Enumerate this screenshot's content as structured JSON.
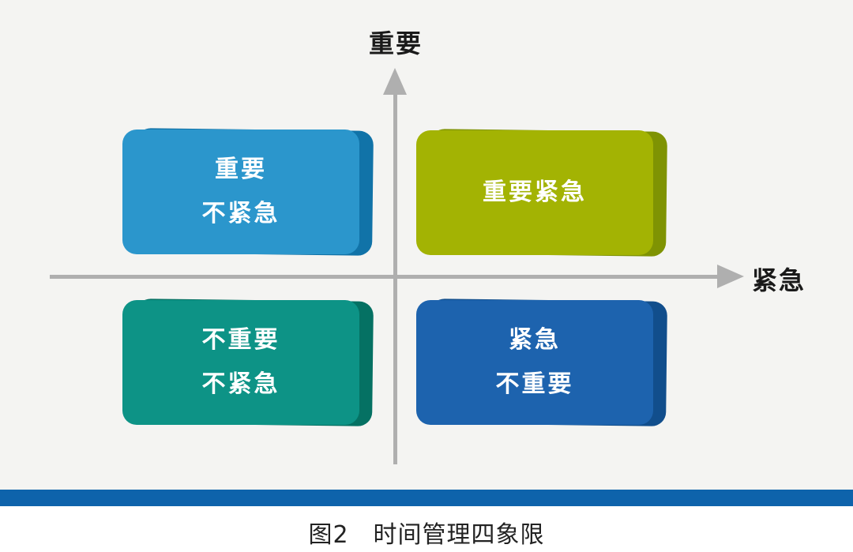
{
  "figure": {
    "caption": "图2　时间管理四象限"
  },
  "axes": {
    "y_label": "重要",
    "x_label": "紧急",
    "line_color": "#AFAFAF",
    "label_color": "#1A1A1A"
  },
  "quadrants": {
    "top_left": {
      "line1": "重要",
      "line2": "不紧急",
      "face_color": "#2B96CC",
      "edge_color": "#1173A8",
      "text_color": "#FFFFFF"
    },
    "top_right": {
      "line1": "重要紧急",
      "face_color": "#A3B303",
      "edge_color": "#7F9303",
      "text_color": "#FFFFFF"
    },
    "bottom_left": {
      "line1": "不重要",
      "line2": "不紧急",
      "face_color": "#0D9386",
      "edge_color": "#057163",
      "text_color": "#FFFFFF"
    },
    "bottom_right": {
      "line1": "紧急",
      "line2": "不重要",
      "face_color": "#1D63AE",
      "edge_color": "#114E8C",
      "text_color": "#FFFFFF"
    }
  },
  "divider_bar": {
    "color": "#0E63AB"
  },
  "background": {
    "chart_area": "#F4F4F2",
    "page": "#FFFFFF"
  }
}
